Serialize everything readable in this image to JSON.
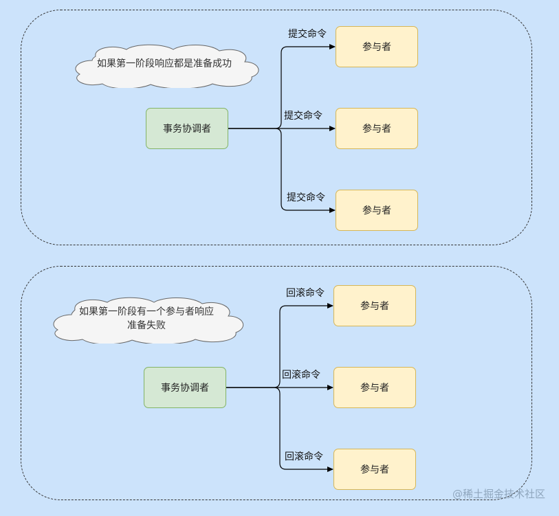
{
  "top_group": {
    "cloud_text": "如果第一阶段响应都是准备成功",
    "coordinator": "事务协调者",
    "edge_labels": [
      "提交命令",
      "提交命令",
      "提交命令"
    ],
    "participants": [
      "参与者",
      "参与者",
      "参与者"
    ]
  },
  "bottom_group": {
    "cloud_text": "如果第一阶段有一个参与者响应\n准备失败",
    "coordinator": "事务协调者",
    "edge_labels": [
      "回滚命令",
      "回滚命令",
      "回滚命令"
    ],
    "participants": [
      "参与者",
      "参与者",
      "参与者"
    ]
  },
  "watermark": "@稀土掘金技术社区",
  "colors": {
    "background": "#cce3fb",
    "coordinator_fill": "#d5e8d4",
    "coordinator_stroke": "#82b366",
    "participant_fill": "#fff2cc",
    "participant_stroke": "#d6b656",
    "cloud_fill": "#f5f5f5"
  }
}
